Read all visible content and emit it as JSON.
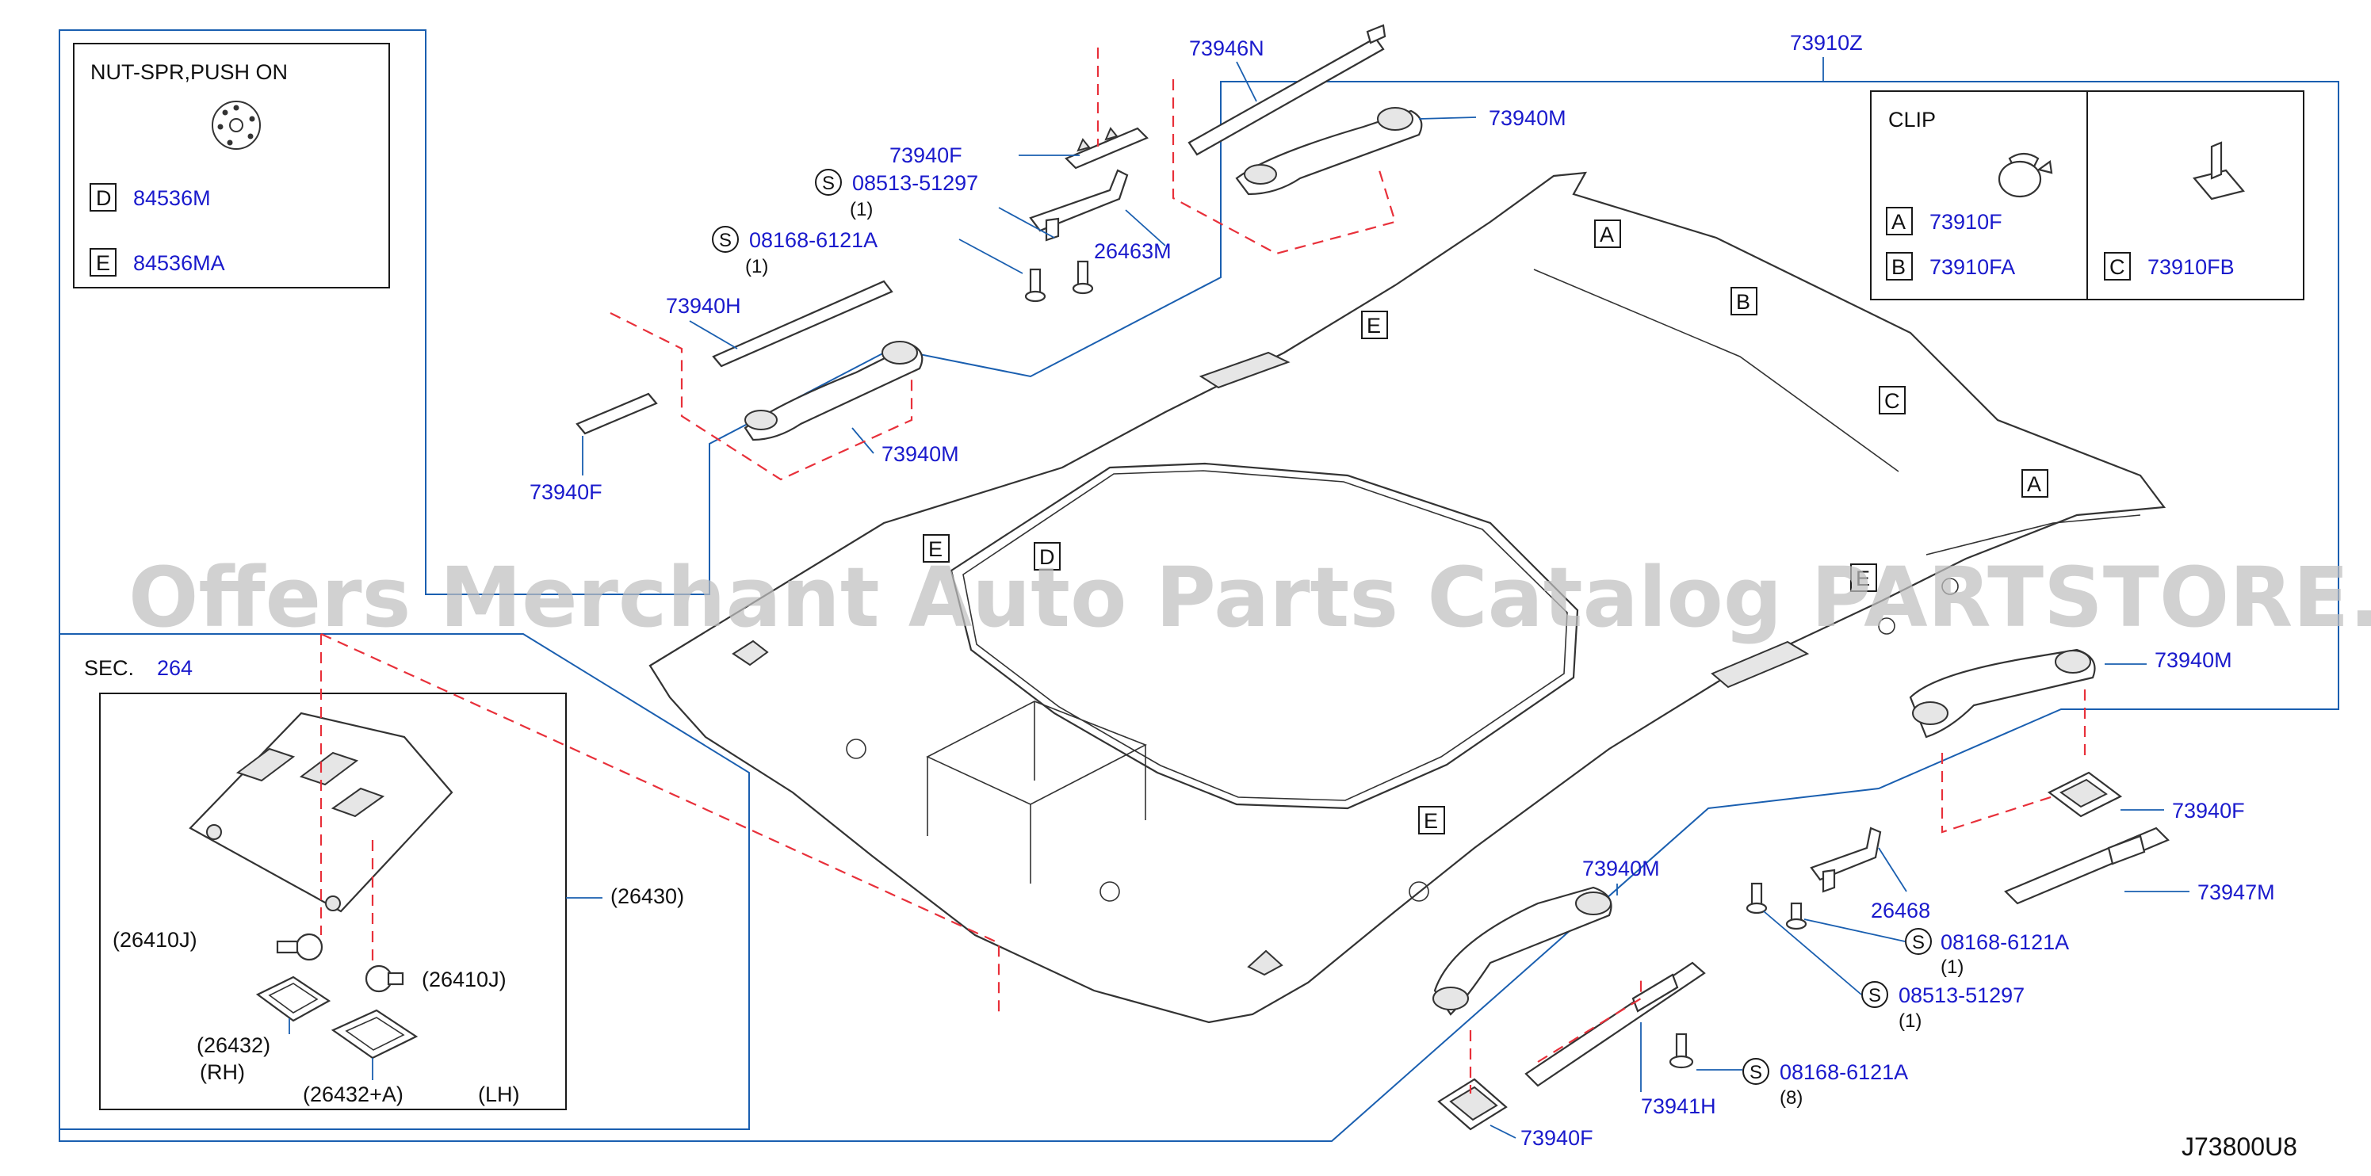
{
  "watermark": "Offers Merchant Auto Parts Catalog PARTSTORE.SA",
  "diagram_code": "J73800U8",
  "legend_nut": {
    "title": "NUT-SPR,PUSH   ON",
    "items": [
      {
        "letter": "D",
        "part": "84536M"
      },
      {
        "letter": "E",
        "part": "84536MA"
      }
    ]
  },
  "legend_clip": {
    "title": "CLIP",
    "items": [
      {
        "letter": "A",
        "part": "73910F"
      },
      {
        "letter": "B",
        "part": "73910FA"
      },
      {
        "letter": "C",
        "part": "73910FB"
      }
    ]
  },
  "section": {
    "prefix": "SEC.",
    "number": "264",
    "assembly": "(26430)",
    "bulb_left": "(26410J)",
    "bulb_right": "(26410J)",
    "lens_rh": "(26432)",
    "rh": "(RH)",
    "lens_lh": "(26432+A)",
    "lh": "(LH)"
  },
  "headliner": {
    "part": "73910Z",
    "markers": [
      "A",
      "B",
      "C",
      "A",
      "E",
      "E",
      "D",
      "E",
      "E"
    ]
  },
  "callouts": {
    "p73946N": "73946N",
    "p73940M_top_right": "73940M",
    "p73940F_top": "73940F",
    "s_08513_top": "08513-51297",
    "s_08513_top_qty": "(1)",
    "s_08168_top": "08168-6121A",
    "s_08168_top_qty": "(1)",
    "p26463M": "26463M",
    "p73940H": "73940H",
    "p73940M_left": "73940M",
    "p73940F_left": "73940F",
    "p73940M_right": "73940M",
    "p73940F_right": "73940F",
    "p73947M": "73947M",
    "p26468": "26468",
    "s_08168_mid": "08168-6121A",
    "s_08168_mid_qty": "(1)",
    "s_08513_mid": "08513-51297",
    "s_08513_mid_qty": "(1)",
    "p73940M_bottom": "73940M",
    "p73941H": "73941H",
    "s_08168_bottom": "08168-6121A",
    "s_08168_bottom_qty": "(8)",
    "p73940F_bottom": "73940F",
    "screw_symbol": "S"
  }
}
